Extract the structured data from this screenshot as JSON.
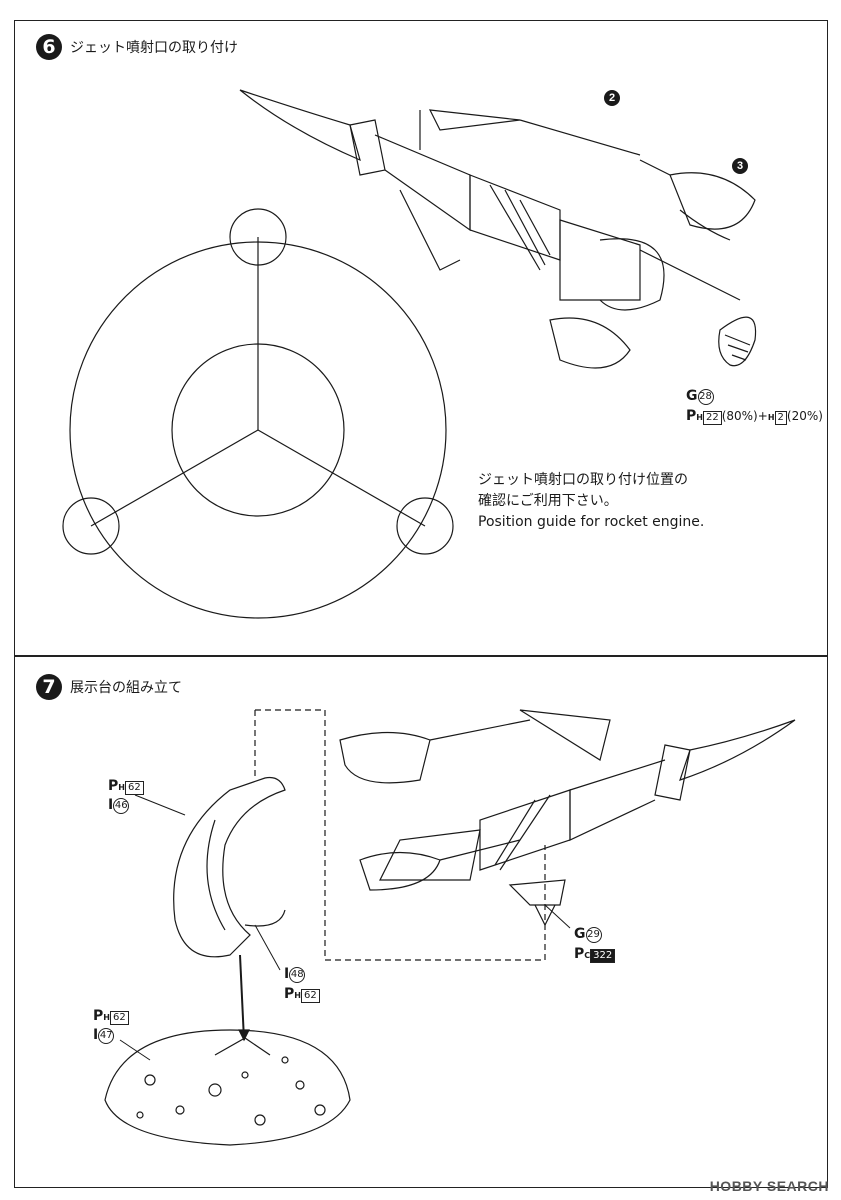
{
  "step6": {
    "number": "6",
    "title": "ジェット噴射口の取り付け",
    "ref_a": "2",
    "ref_b": "3",
    "part_letter": "G",
    "part_num": "28",
    "paint_p": "P",
    "paint_h": "H",
    "paint_code1": "22",
    "paint_pct1": "(80%)",
    "paint_plus": "+",
    "paint_h2": "H",
    "paint_code2": "2",
    "paint_pct2": "(20%)",
    "note_line1": "ジェット噴射口の取り付け位置の",
    "note_line2": "確認にご利用下さい。",
    "note_line3": "Position guide for rocket engine."
  },
  "step7": {
    "number": "7",
    "title": "展示台の組み立て",
    "arm_paint_p": "P",
    "arm_paint_h": "H",
    "arm_paint_code": "62",
    "arm_part_letter": "I",
    "arm_part_num": "46",
    "inner_part_letter": "I",
    "inner_part_num": "48",
    "inner_paint_p": "P",
    "inner_paint_h": "H",
    "inner_paint_code": "62",
    "base_paint_p": "P",
    "base_paint_h": "H",
    "base_paint_code": "62",
    "base_part_letter": "I",
    "base_part_num": "47",
    "mount_part_letter": "G",
    "mount_part_num": "29",
    "mount_paint_p": "P",
    "mount_paint_c": "C",
    "mount_paint_code": "322"
  },
  "watermark": "HOBBY SEARCH",
  "colors": {
    "line": "#1a1a1a",
    "paper": "#ffffff"
  }
}
